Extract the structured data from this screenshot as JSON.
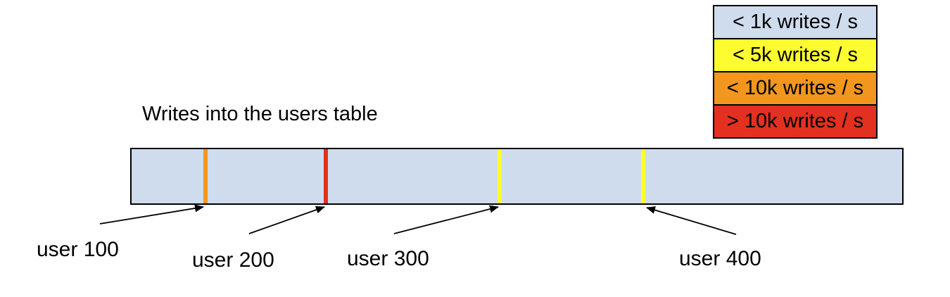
{
  "title": "Writes into the users table",
  "legend": {
    "items": [
      {
        "label": "< 1k writes / s",
        "color": "#cfdcee"
      },
      {
        "label": "< 5k writes / s",
        "color": "#fcfc30"
      },
      {
        "label": "< 10k writes / s",
        "color": "#f2961e"
      },
      {
        "label": "> 10k writes / s",
        "color": "#e3301f"
      }
    ]
  },
  "bar": {
    "fill": "#cfdcee",
    "border_color": "#000000",
    "markers": [
      {
        "label": "user 100",
        "color": "#f2961e"
      },
      {
        "label": "user 200",
        "color": "#e3301f"
      },
      {
        "label": "user 300",
        "color": "#fcfc30"
      },
      {
        "label": "user 400",
        "color": "#fcfc30"
      }
    ]
  },
  "arrow_color": "#000000"
}
